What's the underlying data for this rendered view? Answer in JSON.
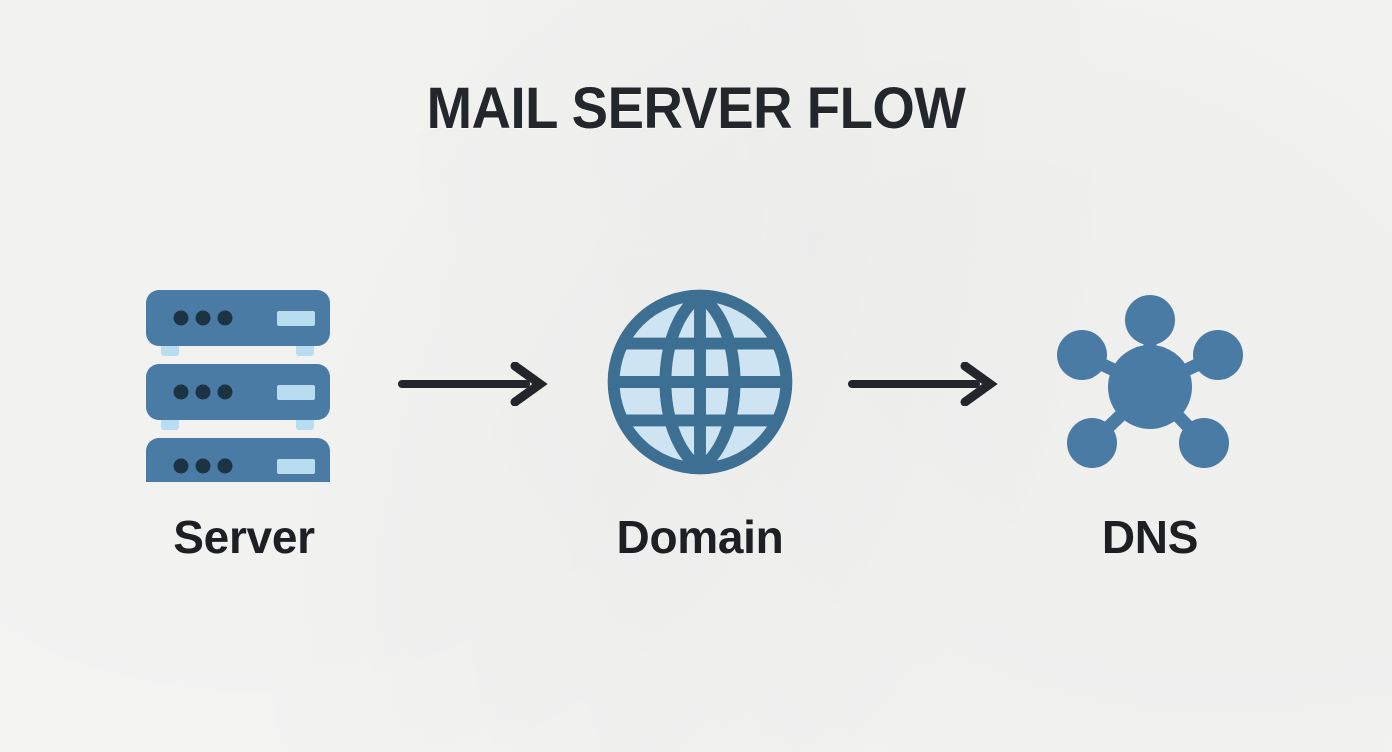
{
  "title": "MAIL SERVER FLOW",
  "background_color": "#f6f6f5",
  "palette": {
    "icon_blue": "#4a7ba4",
    "icon_blue_dark": "#3d6f93",
    "icon_pale_blue": "#cfe4f2",
    "led_blue": "#b8dcf0",
    "dot_navy": "#1c3344",
    "arrow_black": "#22262b",
    "title_color": "#23272c",
    "label_color": "#1d1f22"
  },
  "flow": {
    "nodes": [
      {
        "id": "server",
        "label": "Server",
        "icon": "server-rack-icon"
      },
      {
        "id": "domain",
        "label": "Domain",
        "icon": "globe-icon"
      },
      {
        "id": "dns",
        "label": "DNS",
        "icon": "network-nodes-icon"
      }
    ],
    "connectors": [
      {
        "id": "arrow-1",
        "icon": "arrow-right-icon",
        "from": "server",
        "to": "domain"
      },
      {
        "id": "arrow-2",
        "icon": "arrow-right-icon",
        "from": "domain",
        "to": "dns"
      }
    ]
  },
  "chart_data": {
    "type": "diagram",
    "title": "MAIL SERVER FLOW",
    "nodes": [
      "Server",
      "Domain",
      "DNS"
    ],
    "edges": [
      {
        "from": "Server",
        "to": "Domain",
        "style": "arrow-right"
      },
      {
        "from": "Domain",
        "to": "DNS",
        "style": "arrow-right"
      }
    ],
    "orientation": "horizontal",
    "legend": []
  }
}
